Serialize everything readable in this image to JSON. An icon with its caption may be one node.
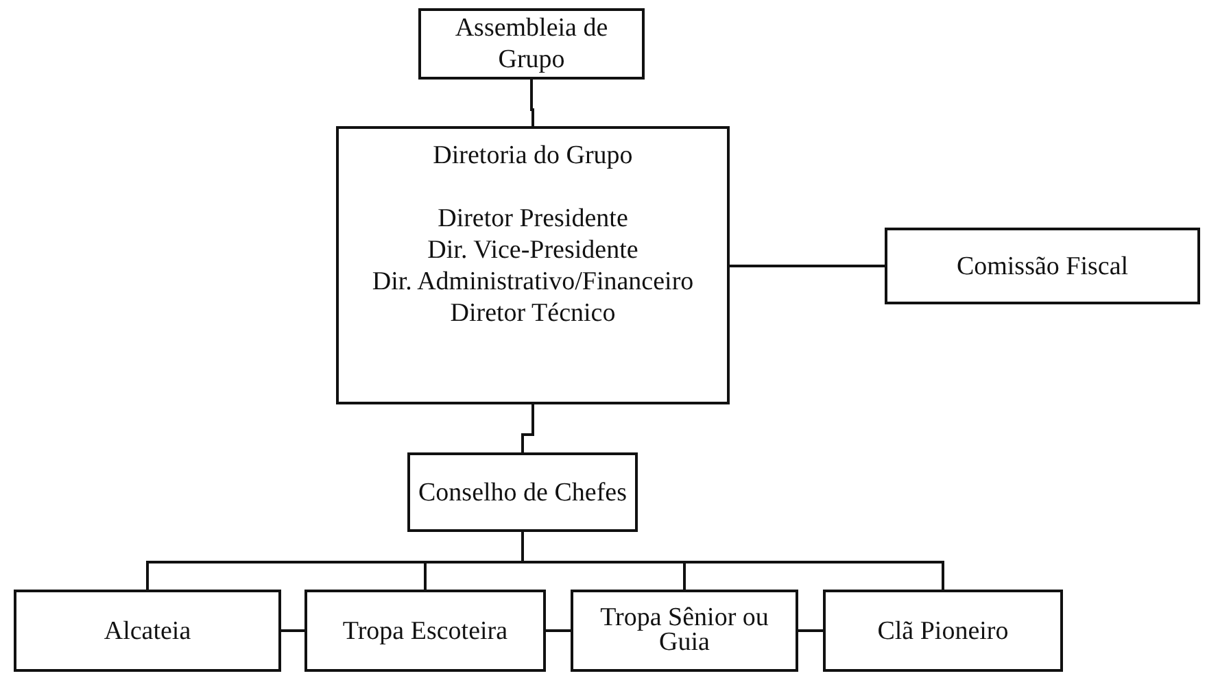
{
  "diagram": {
    "nodes": [
      {
        "text": [
          "Assembleia de Grupo"
        ]
      },
      {
        "text": [
          "Diretoria do Grupo",
          "Diretor Presidente",
          "Dir. Vice-Presidente",
          "Dir. Administrativo/Financeiro",
          "Diretor Técnico"
        ]
      },
      {
        "text": [
          "Comissão Fiscal"
        ]
      },
      {
        "text": [
          "Conselho de Chefes"
        ]
      },
      {
        "text": [
          "Alcateia"
        ]
      },
      {
        "text": [
          "Tropa Escoteira"
        ]
      },
      {
        "text": [
          "Tropa Sênior ou Guia"
        ]
      },
      {
        "text": [
          "Clã Pioneiro"
        ]
      }
    ],
    "edges": [
      {
        "from": 0,
        "to": 1,
        "arrow": "none"
      },
      {
        "from": 1,
        "to": 2,
        "arrow": "none"
      },
      {
        "from": 1,
        "to": 3,
        "arrow": "none"
      },
      {
        "from": 3,
        "to": 4,
        "arrow": "none"
      },
      {
        "from": 3,
        "to": 5,
        "arrow": "none"
      },
      {
        "from": 3,
        "to": 6,
        "arrow": "none"
      },
      {
        "from": 3,
        "to": 7,
        "arrow": "none"
      },
      {
        "from": 4,
        "to": 5,
        "arrow": "none"
      },
      {
        "from": 5,
        "to": 6,
        "arrow": "none"
      },
      {
        "from": 6,
        "to": 7,
        "arrow": "none"
      }
    ]
  }
}
